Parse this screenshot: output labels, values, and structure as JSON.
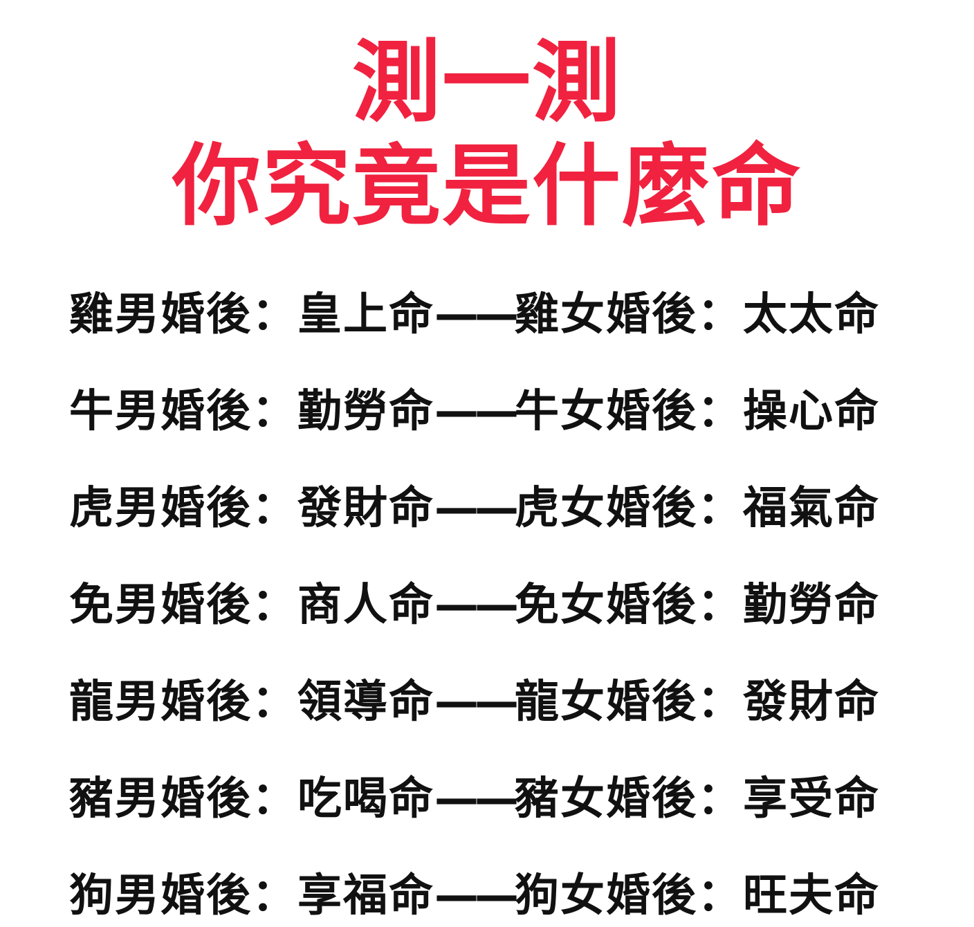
{
  "title": {
    "line1": "測一測",
    "line2": "你究竟是什麼命"
  },
  "rows": [
    {
      "male_label": "雞男婚後：",
      "male_value": "皇上命",
      "sep": "——",
      "female_label": "雞女婚後：",
      "female_value": "太太命"
    },
    {
      "male_label": "牛男婚後：",
      "male_value": "勤勞命",
      "sep": "——",
      "female_label": "牛女婚後：",
      "female_value": "操心命"
    },
    {
      "male_label": "虎男婚後：",
      "male_value": "發財命",
      "sep": "——",
      "female_label": "虎女婚後：",
      "female_value": "福氣命"
    },
    {
      "male_label": "免男婚後：",
      "male_value": "商人命",
      "sep": "——",
      "female_label": "免女婚後：",
      "female_value": "勤勞命"
    },
    {
      "male_label": "龍男婚後：",
      "male_value": "領導命",
      "sep": "——",
      "female_label": "龍女婚後：",
      "female_value": "發財命"
    },
    {
      "male_label": "豬男婚後：",
      "male_value": "吃喝命",
      "sep": "——",
      "female_label": "豬女婚後：",
      "female_value": "享受命"
    },
    {
      "male_label": "狗男婚後：",
      "male_value": "享福命",
      "sep": "——",
      "female_label": "狗女婚後：",
      "female_value": "旺夫命"
    }
  ]
}
